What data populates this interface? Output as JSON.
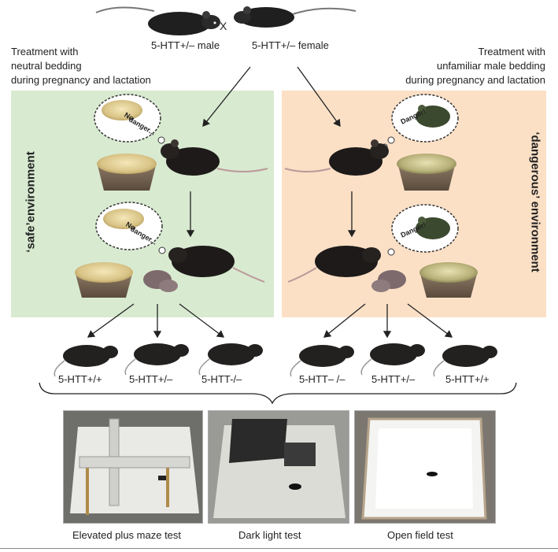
{
  "parents": {
    "cross_symbol": "X",
    "male_label": "5-HTT+/– male",
    "female_label": "5-HTT+/– female"
  },
  "treatments": {
    "left": [
      "Treatment with",
      "neutral bedding",
      "during pregnancy and lactation"
    ],
    "right": [
      "Treatment with",
      "unfamiliar male bedding",
      "during pregnancy and lactation"
    ]
  },
  "environments": {
    "safe_label": "‘safe’environment",
    "dangerous_label": "‘dangerous’ environment",
    "safe_color": "#d8ead0",
    "dangerous_color": "#fbe0c6"
  },
  "thoughts": {
    "safe_1": [
      "No",
      "danger..."
    ],
    "safe_2": [
      "No",
      "danger..."
    ],
    "danger_1": "Danger!",
    "danger_2": "Danger!"
  },
  "offspring": {
    "left": [
      "5-HTT+/+",
      "5-HTT+/–",
      "5-HTT-/–"
    ],
    "right": [
      "5-HTT– /–",
      "5-HTT+/–",
      "5-HTT+/+"
    ]
  },
  "tests": {
    "epm": "Elevated plus maze test",
    "dark_light": "Dark light test",
    "open_field": "Open field test"
  }
}
